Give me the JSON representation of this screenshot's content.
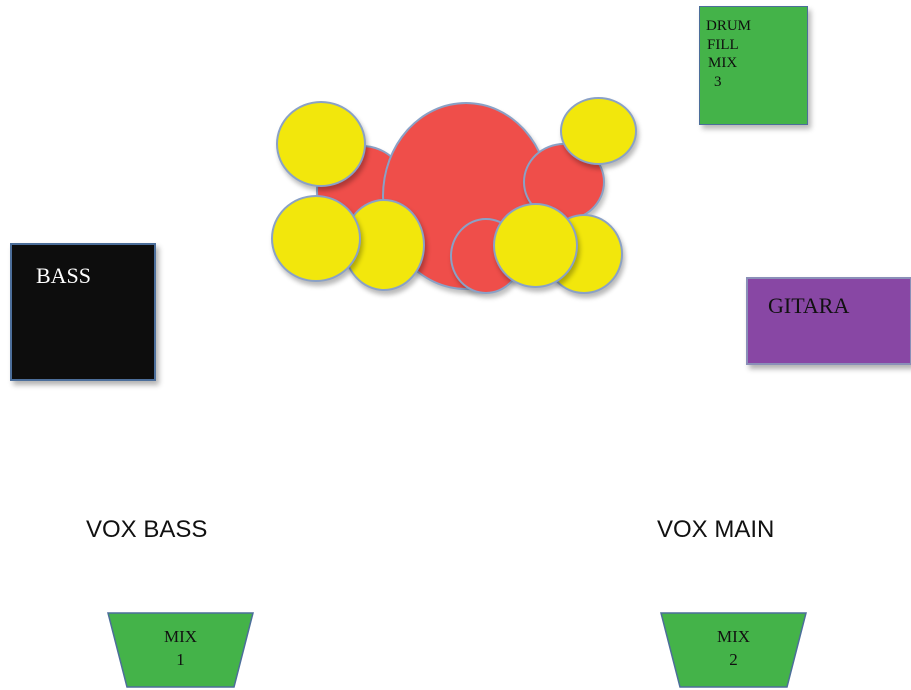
{
  "drum_kit": {
    "shell_color": "#ef4e4a",
    "cymbal_color": "#f2e70c",
    "outline_color": "#8aa1c6"
  },
  "monitors": {
    "drum_fill": {
      "lines": [
        "DRUM",
        "FILL",
        "MIX",
        "3"
      ],
      "color": "#44b349"
    },
    "mix1": {
      "lines": [
        "MIX",
        "1"
      ],
      "color": "#44b349"
    },
    "mix2": {
      "lines": [
        "MIX",
        "2"
      ],
      "color": "#44b349"
    }
  },
  "amps": {
    "bass": {
      "label": "BASS",
      "color": "#0d0d0d"
    },
    "gitara": {
      "label": "GITARA",
      "color": "#8847a4"
    }
  },
  "vocals": {
    "vox_bass": "VOX BASS",
    "vox_main": "VOX MAIN"
  }
}
